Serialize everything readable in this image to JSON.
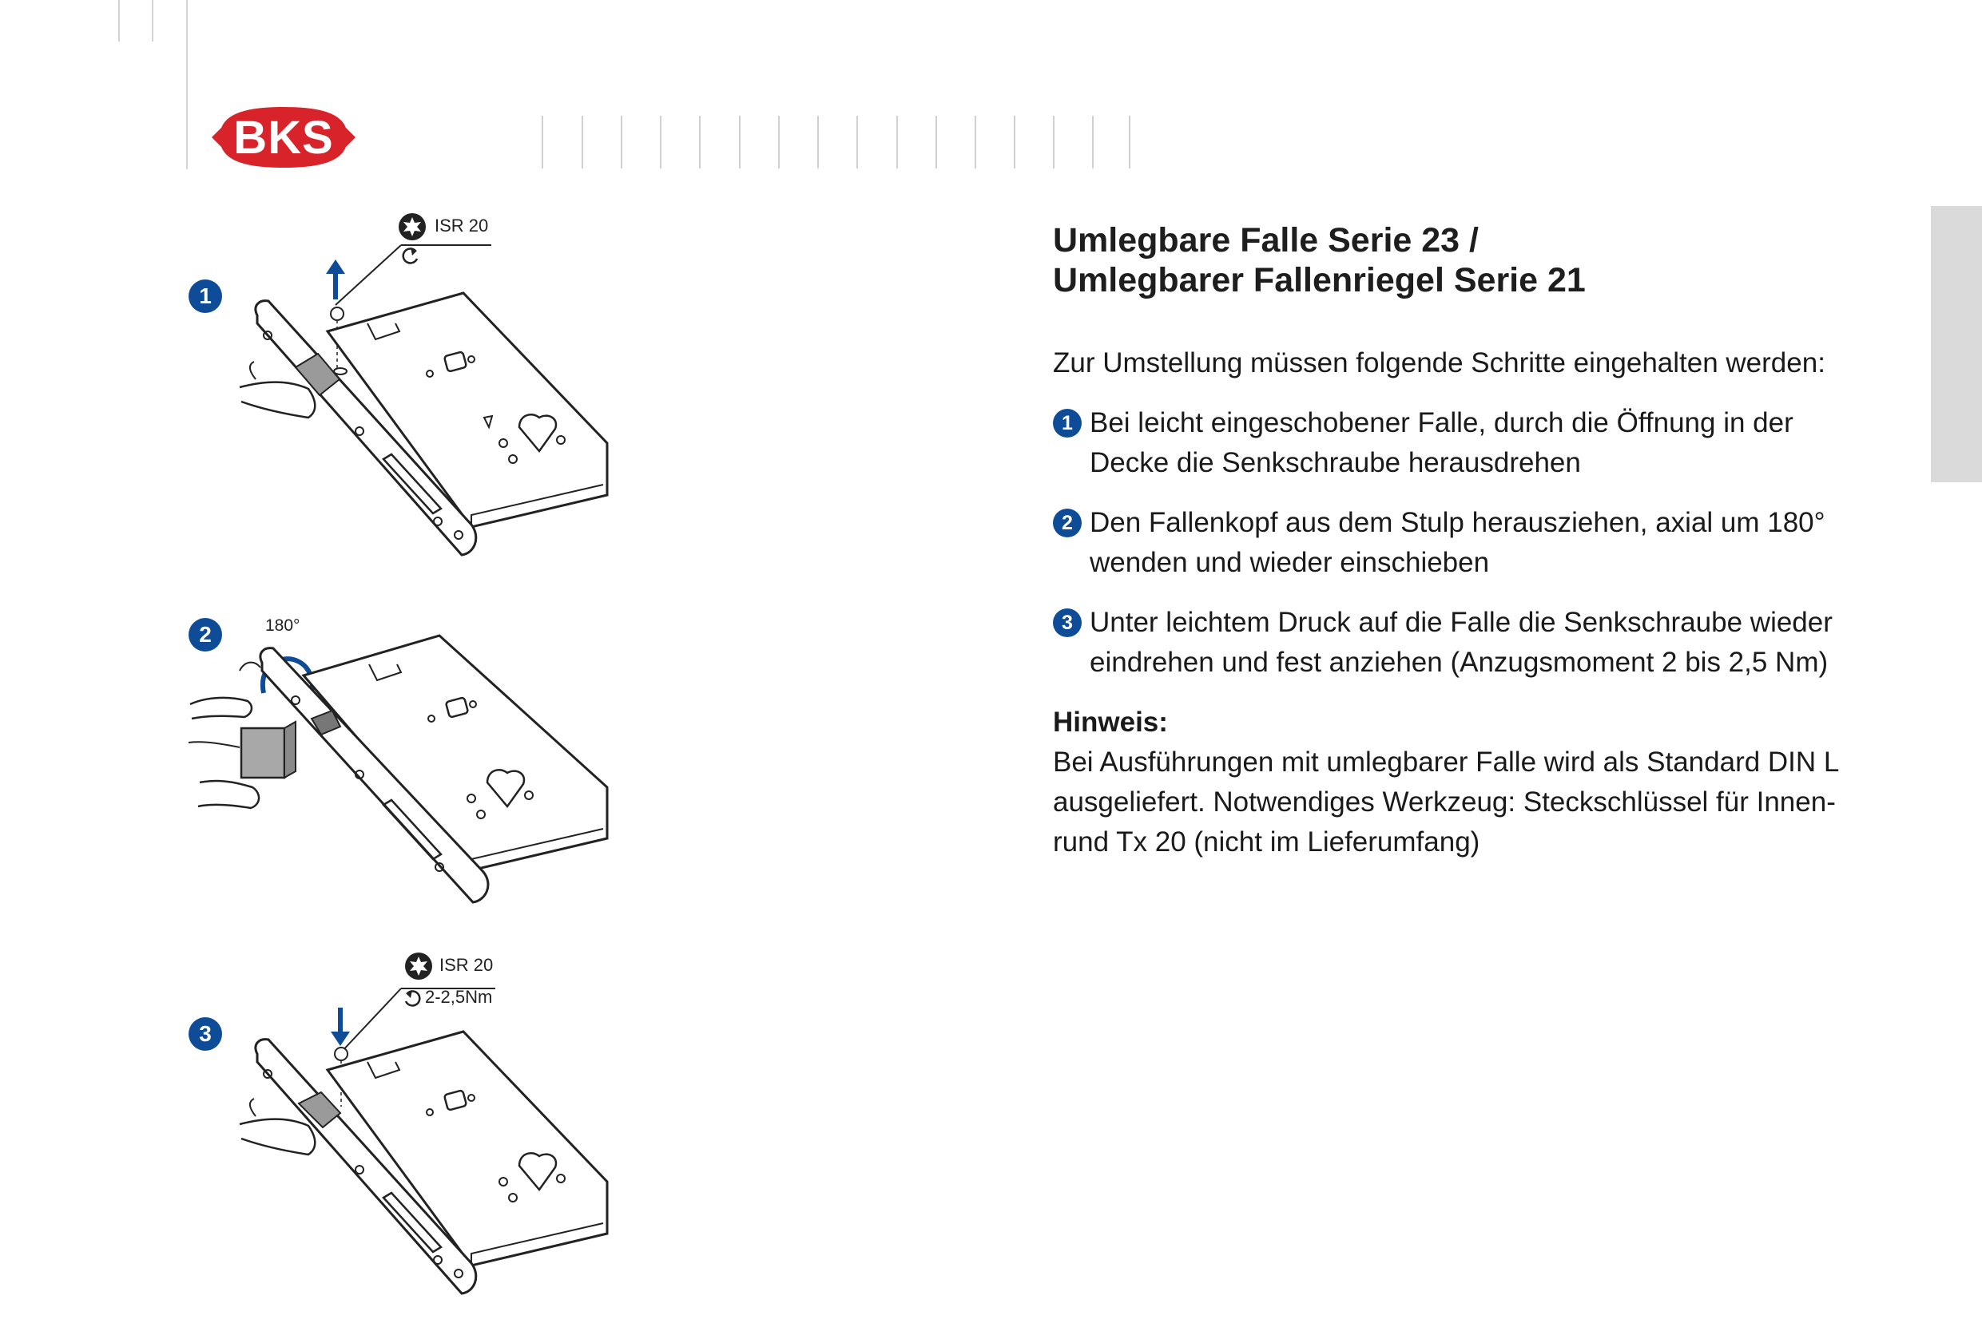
{
  "brand": {
    "logo_text": "BKS",
    "logo_color": "#d9232a"
  },
  "colors": {
    "accent_blue": "#0f4c97",
    "side_tab_gray": "#dadada"
  },
  "illustrations": [
    {
      "step": "1",
      "tool": "ISR 20",
      "torque": "",
      "arrow": "up"
    },
    {
      "step": "2",
      "rotation": "180°"
    },
    {
      "step": "3",
      "tool": "ISR 20",
      "torque": "2-2,5Nm",
      "arrow": "down"
    }
  ],
  "content": {
    "title_line1": "Umlegbare Falle Serie 23 /",
    "title_line2": "Umlegbarer Fallenriegel Serie 21",
    "intro": "Zur Umstellung müssen folgende Schritte eingehalten werden:",
    "steps": [
      {
        "num": "1",
        "line1": "Bei leicht eingeschobener Falle, durch die Öffnung in der",
        "line2": "Decke die Senkschraube herausdrehen"
      },
      {
        "num": "2",
        "line1": "Den Fallenkopf aus dem Stulp herausziehen, axial um 180°",
        "line2": "wenden und wieder einschieben"
      },
      {
        "num": "3",
        "line1": "Unter leichtem Druck auf die Falle die Senkschraube wieder",
        "line2": "eindrehen und fest anziehen (Anzugsmoment 2 bis 2,5 Nm)"
      }
    ],
    "hint_heading": "Hinweis:",
    "hint_line1": "Bei Ausführungen mit umlegbarer Falle wird als Standard DIN L",
    "hint_line2": "ausgeliefert. Notwendiges Werkzeug: Steckschlüssel für Innen-",
    "hint_line3": "rund Tx 20 (nicht im Lieferumfang)"
  }
}
